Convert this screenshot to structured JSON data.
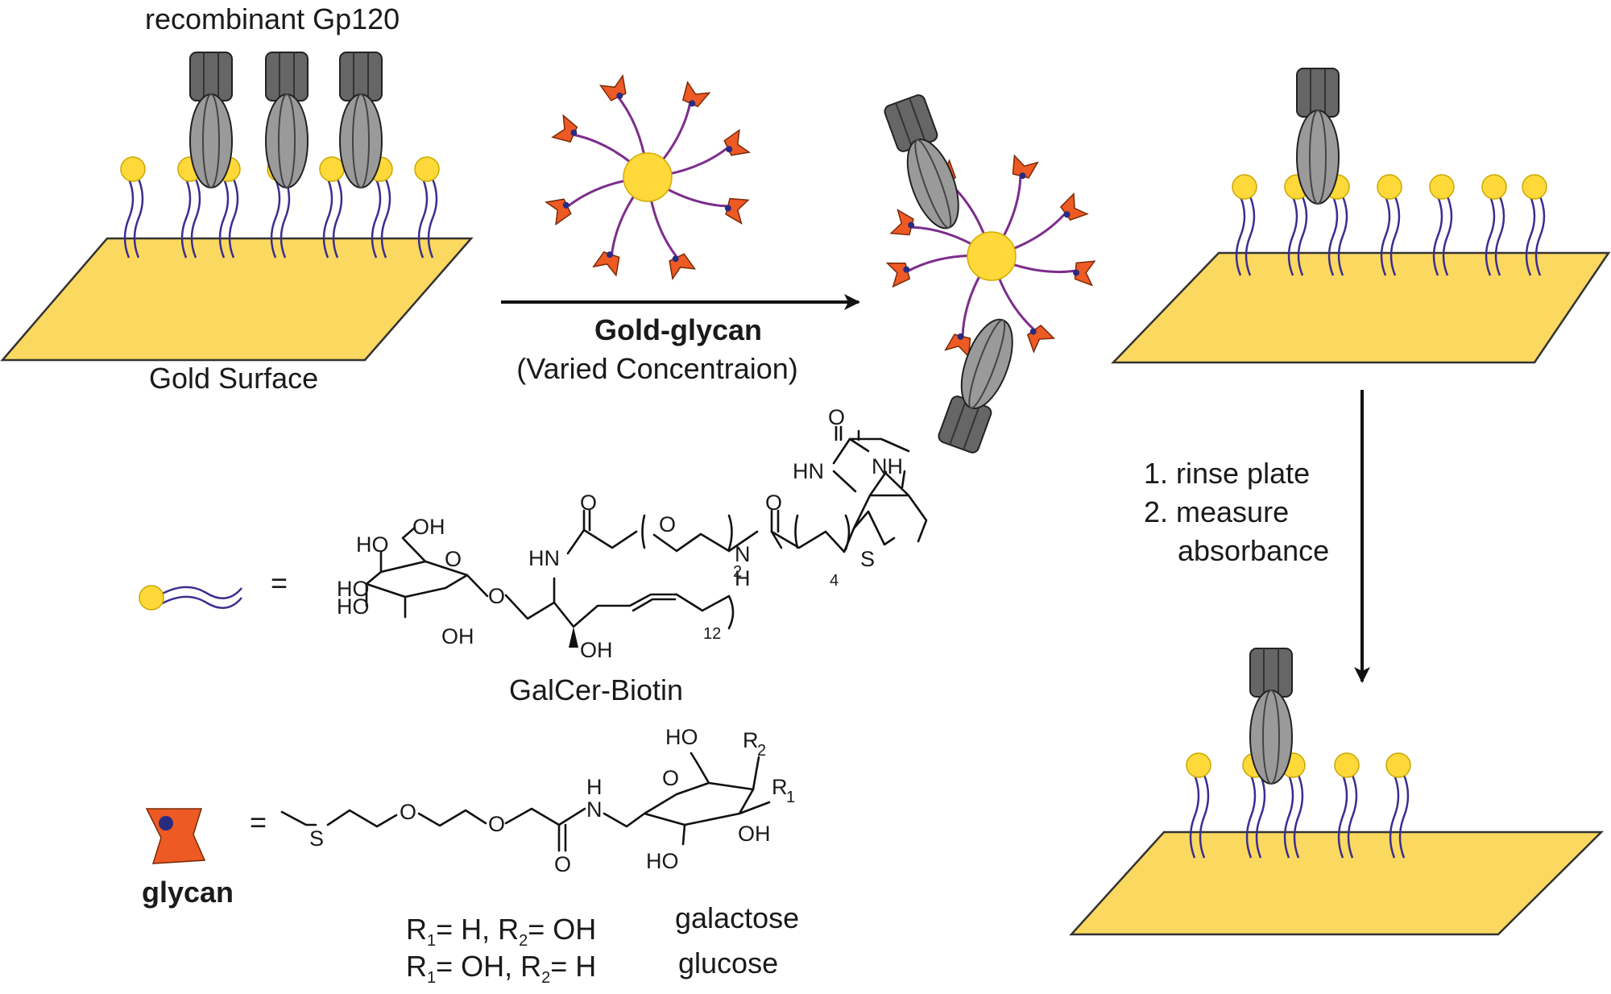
{
  "colors": {
    "gold": "#ffd83a",
    "gold_surface": "#fbd860",
    "glycan": "#ee5a24",
    "linker": "#7d2d8c",
    "lipid": "#3a2f8f",
    "protein_dark": "#666666",
    "protein_light": "#9a9a9a"
  },
  "labels": {
    "recombinant": "recombinant Gp120",
    "gold_surface": "Gold Surface",
    "gold_glycan": "Gold-glycan",
    "varied": "(Varied Concentraion)",
    "step1": "1. rinse plate",
    "step2": "2. measure",
    "step3": "absorbance",
    "equals": "=",
    "galcer": "GalCer-Biotin",
    "glycan_label": "glycan",
    "r1_base": "R",
    "r1_sub": "1",
    "r2_base": "R",
    "r2_sub": "2",
    "row1_a": "R",
    "row1_b": "1",
    "row1_c": "= H, R",
    "row1_d": "2",
    "row1_e": "= OH",
    "row1_sugar": "galactose",
    "row2_a": "R",
    "row2_b": "1",
    "row2_c": "= OH, R",
    "row2_d": "2",
    "row2_e": "= H",
    "row2_sugar": "glucose"
  },
  "galcer_atoms": {
    "o_top": "O",
    "hn_biotin": "HN",
    "nh_biotin": "NH",
    "s_biotin": "S",
    "o_amide1": "O",
    "o_peg": "O",
    "sub_2": "2",
    "o_amide2": "O",
    "sub_4": "4",
    "hn_amide": "HN",
    "n_amide": "N",
    "h_amide": "H",
    "ho1": "HO",
    "oh1": "OH",
    "ho2": "HO",
    "o_ring": "O",
    "o_glyco": "O",
    "ho3": "HO",
    "oh2": "OH",
    "oh3": "OH",
    "sub_12": "12"
  },
  "glycan_atoms": {
    "s": "S",
    "o1": "O",
    "o2": "O",
    "n": "N",
    "h": "H",
    "o_carbonyl": "O",
    "ho_top": "HO",
    "o_ring": "O",
    "ho_bot": "HO",
    "oh_right": "OH"
  }
}
